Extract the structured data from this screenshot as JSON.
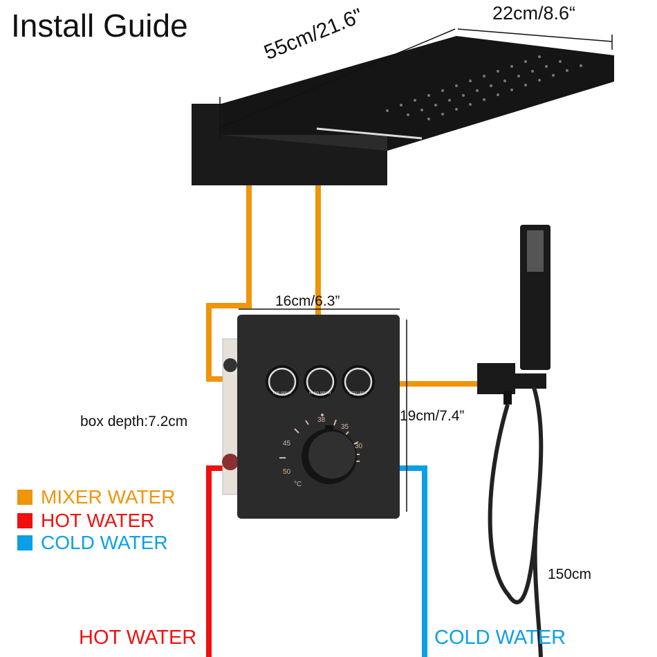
{
  "title": "Install Guide",
  "dimensions": {
    "head_depth": "22cm/8.6“",
    "head_width": "55cm/21.6\"",
    "box_width": "16cm/6.3”",
    "box_height": "19cm/7.4”",
    "box_depth": "box depth:7.2cm",
    "hose_length": "150cm"
  },
  "buttons": [
    {
      "label": "TOP SPRAY",
      "icon": "top-spray-icon"
    },
    {
      "label": "HAND SPRAY",
      "icon": "hand-spray-icon"
    },
    {
      "label": "EFFLUENT",
      "icon": "spout-icon"
    }
  ],
  "dial": {
    "marks": [
      "38",
      "35",
      "30",
      "45",
      "50",
      "°C"
    ]
  },
  "legend": [
    {
      "label": "MIXER WATER",
      "color": "#f0940a"
    },
    {
      "label": "HOT WATER",
      "color": "#f01010"
    },
    {
      "label": "COLD WATER",
      "color": "#0aa0e6"
    }
  ],
  "bottom_labels": {
    "hot": "HOT WATER",
    "cold": "COLD WATER"
  },
  "colors": {
    "mixer": "#f0940a",
    "hot": "#f01010",
    "cold": "#0aa0e6",
    "fixture": "#1c1c1c"
  }
}
